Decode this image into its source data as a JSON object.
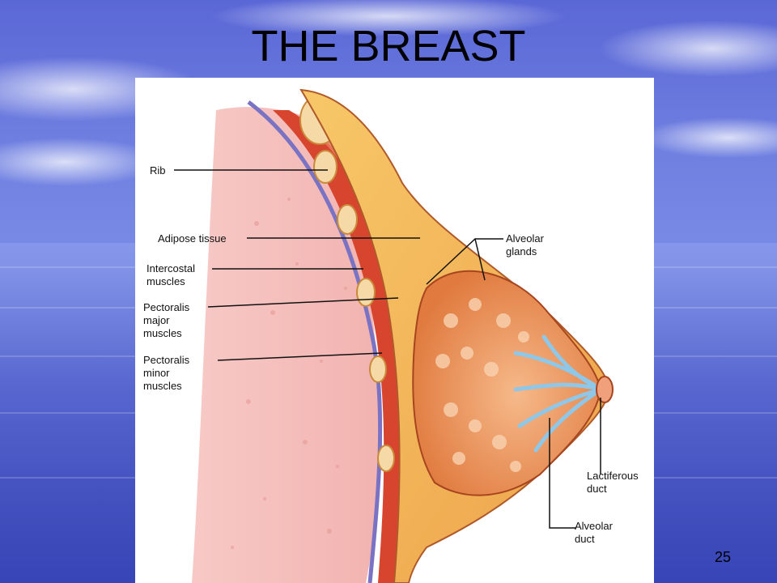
{
  "slide": {
    "title": "THE BREAST",
    "page_number": "25"
  },
  "diagram": {
    "labels_left": [
      {
        "key": "rib",
        "lines": [
          "Rib"
        ]
      },
      {
        "key": "adipose",
        "lines": [
          "Adipose tissue"
        ]
      },
      {
        "key": "intercostal",
        "lines": [
          "Intercostal",
          "muscles"
        ]
      },
      {
        "key": "pec_major",
        "lines": [
          "Pectoralis",
          "major",
          "muscles"
        ]
      },
      {
        "key": "pec_minor",
        "lines": [
          "Pectoralis",
          "minor",
          "muscles"
        ]
      }
    ],
    "labels_right": [
      {
        "key": "alveolar_glands",
        "lines": [
          "Alveolar",
          "glands"
        ]
      },
      {
        "key": "lactiferous",
        "lines": [
          "Lactiferous",
          "duct"
        ]
      },
      {
        "key": "alveolar_duct",
        "lines": [
          "Alveolar",
          "duct"
        ]
      }
    ]
  }
}
